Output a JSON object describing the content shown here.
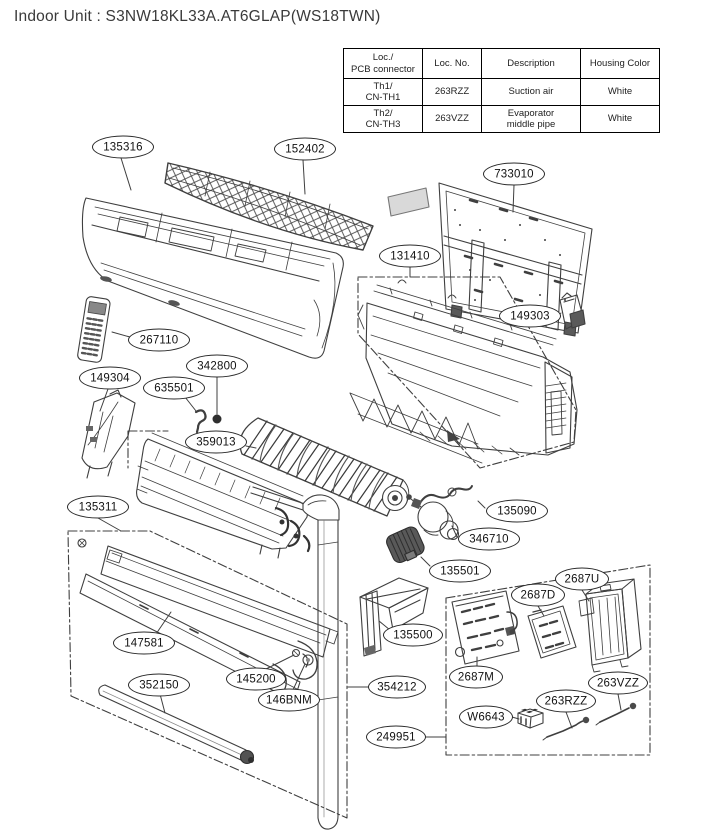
{
  "title": "Indoor Unit : S3NW18KL33A.AT6GLAP(WS18TWN)",
  "table": {
    "headers": [
      "Loc./\nPCB connector",
      "Loc. No.",
      "Description",
      "Housing Color"
    ],
    "rows": [
      [
        "Th1/\nCN-TH1",
        "263RZZ",
        "Suction air",
        "White"
      ],
      [
        "Th2/\nCN-TH3",
        "263VZZ",
        "Evaporator\nmiddle pipe",
        "White"
      ]
    ]
  },
  "parts": [
    {
      "label": "135316"
    },
    {
      "label": "152402"
    },
    {
      "label": "733010"
    },
    {
      "label": "131410"
    },
    {
      "label": "149303"
    },
    {
      "label": "267110"
    },
    {
      "label": "342800"
    },
    {
      "label": "635501"
    },
    {
      "label": "149304"
    },
    {
      "label": "359013"
    },
    {
      "label": "135311"
    },
    {
      "label": "135090"
    },
    {
      "label": "346710"
    },
    {
      "label": "135501"
    },
    {
      "label": "2687U"
    },
    {
      "label": "2687D"
    },
    {
      "label": "135500"
    },
    {
      "label": "2687M"
    },
    {
      "label": "147581"
    },
    {
      "label": "145200"
    },
    {
      "label": "146BNM"
    },
    {
      "label": "352150"
    },
    {
      "label": "354212"
    },
    {
      "label": "263VZZ"
    },
    {
      "label": "263RZZ"
    },
    {
      "label": "W6643"
    },
    {
      "label": "249951"
    }
  ],
  "colors": {
    "ink": "#3f3f3f",
    "label_text": "#111111",
    "background": "#ffffff"
  }
}
